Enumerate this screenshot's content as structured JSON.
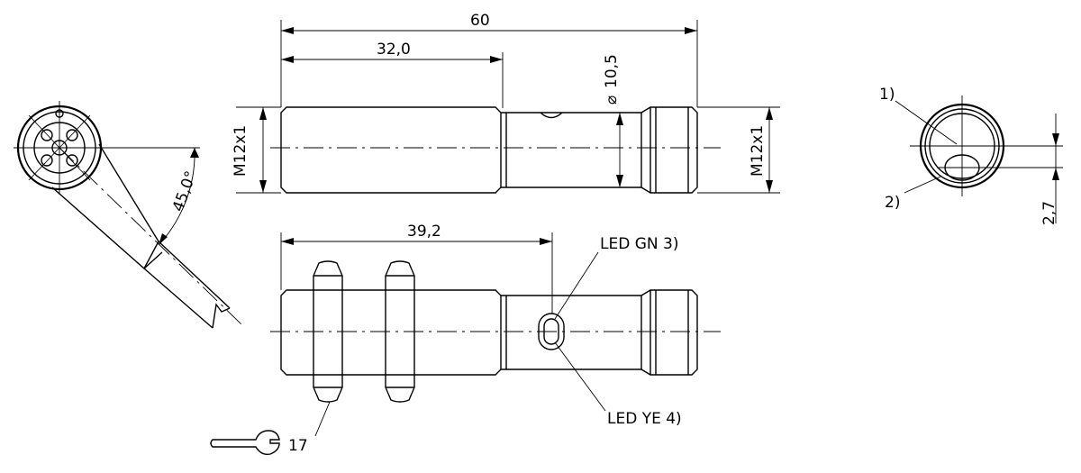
{
  "dimensions": {
    "overall_length": "60",
    "body_length": "32,0",
    "nut_length": "39,2",
    "diameter": "10,5",
    "thread_left": "M12x1",
    "thread_right": "M12x1",
    "angle": "45,0°",
    "offset": "2,7",
    "wrench_size": "17"
  },
  "callouts": {
    "led_green": "LED GN 3)",
    "led_yellow": "LED YE 4)",
    "note_1": "1)",
    "note_2": "2)"
  },
  "symbols": {
    "diameter_sign": "⌀"
  }
}
